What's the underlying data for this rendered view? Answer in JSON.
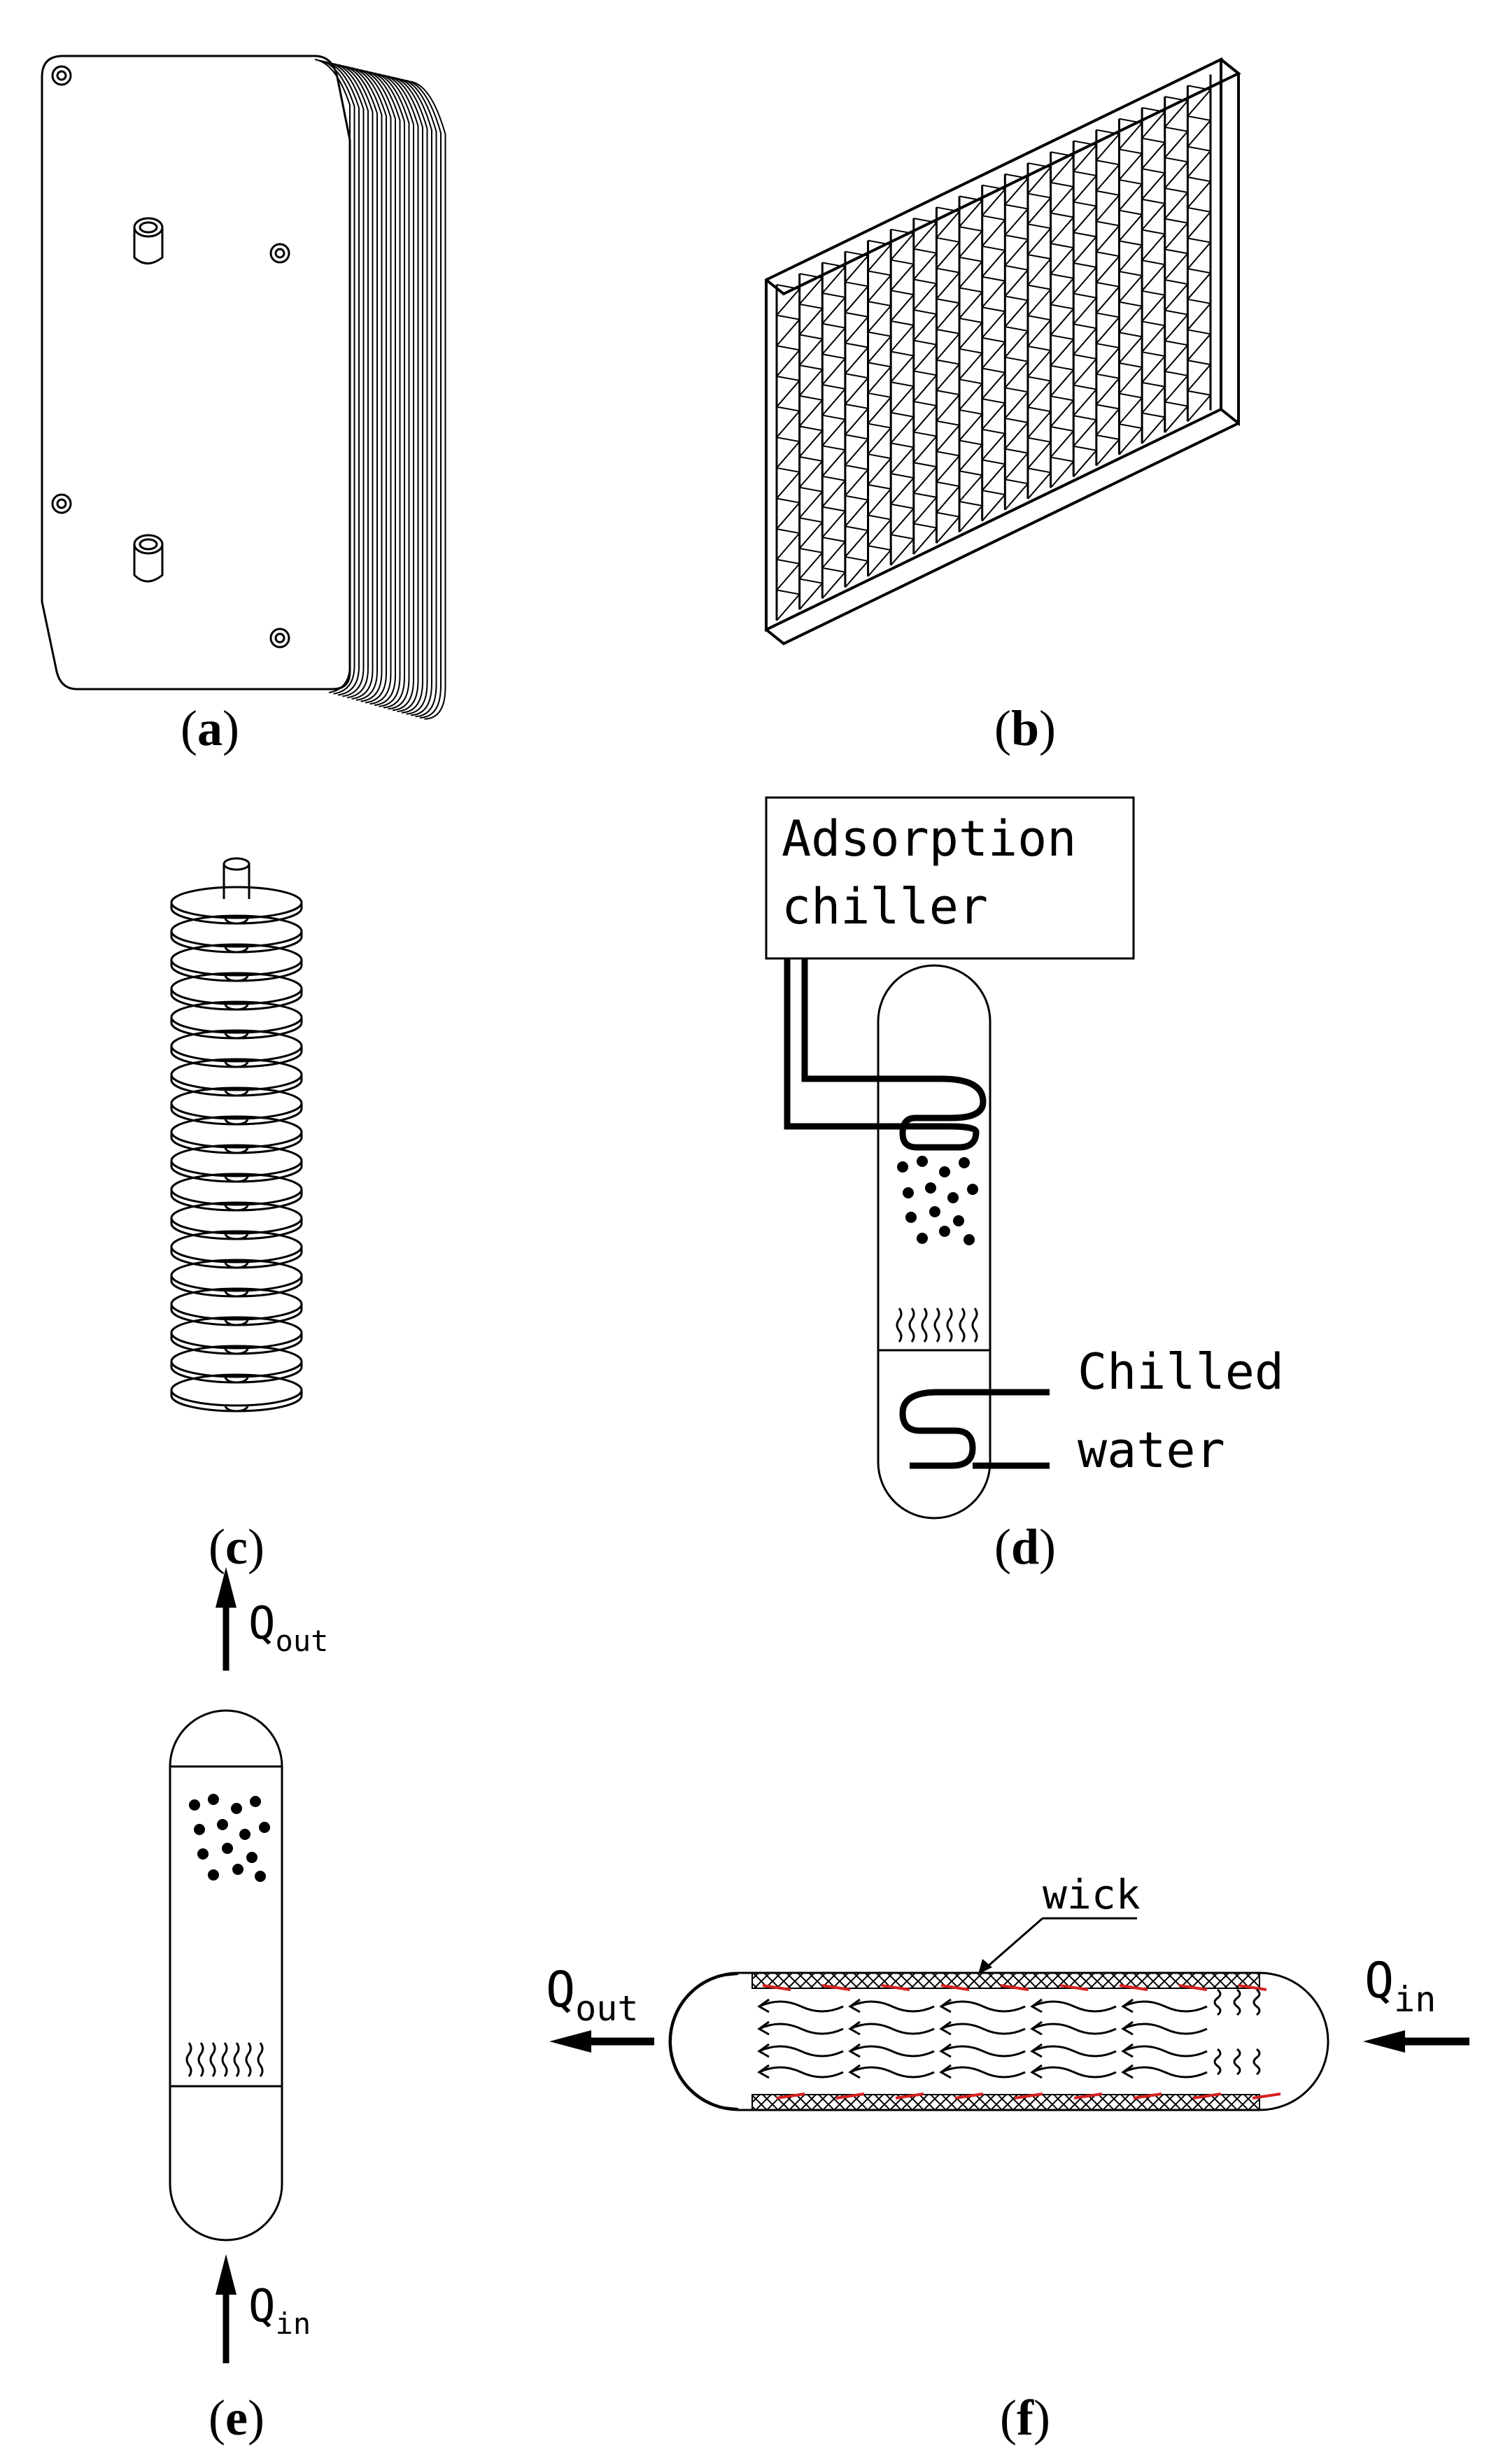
{
  "panels": [
    {
      "id": "a",
      "label": "a"
    },
    {
      "id": "b",
      "label": "b"
    },
    {
      "id": "c",
      "label": "c"
    },
    {
      "id": "d",
      "label": "d"
    },
    {
      "id": "e",
      "label": "e"
    },
    {
      "id": "f",
      "label": "f"
    }
  ],
  "panel_d": {
    "box_line1": "Adsorption",
    "box_line2": "chiller",
    "label_line1": "Chilled",
    "label_line2": "water"
  },
  "panel_e": {
    "q_out_main": "Q",
    "q_out_sub": "out",
    "q_in_main": "Q",
    "q_in_sub": "in"
  },
  "panel_f": {
    "wick_label": "wick",
    "q_out_main": "Q",
    "q_out_sub": "out",
    "q_in_main": "Q",
    "q_in_sub": "in",
    "accent_color": "#d42020"
  }
}
